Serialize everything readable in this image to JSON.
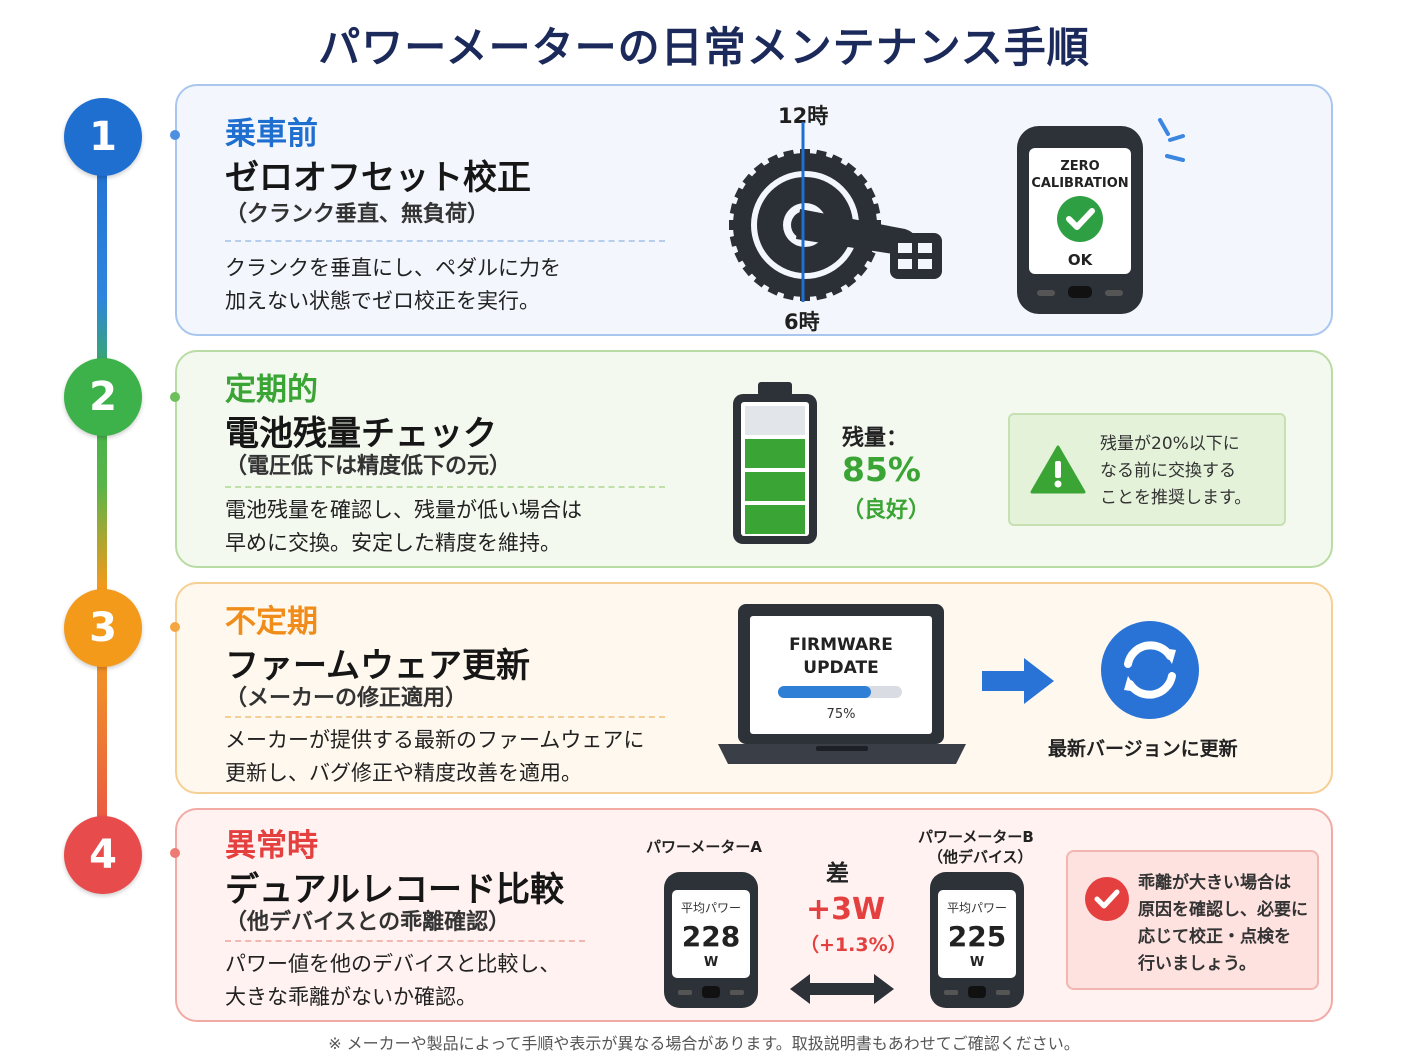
{
  "title": "パワーメーターの日常メンテナンス手順",
  "colors": {
    "blue": "#1f6fd1",
    "green": "#3aa535",
    "orange": "#f39a1b",
    "red": "#e54040"
  },
  "steps": [
    {
      "number": "1",
      "category": "乗車前",
      "headline": "ゼロオフセット校正",
      "sub": "（クランク垂直、無負荷）",
      "desc": [
        "クランクを垂直にし、ペダルに力を",
        "加えない状態でゼロ校正を実行。"
      ]
    },
    {
      "number": "2",
      "category": "定期的",
      "headline": "電池残量チェック",
      "sub": "（電圧低下は精度低下の元）",
      "desc": [
        "電池残量を確認し、残量が低い場合は",
        "早めに交換。安定した精度を維持。"
      ]
    },
    {
      "number": "3",
      "category": "不定期",
      "headline": "ファームウェア更新",
      "sub": "（メーカーの修正適用）",
      "desc": [
        "メーカーが提供する最新のファームウェアに",
        "更新し、バグ修正や精度改善を適用。"
      ]
    },
    {
      "number": "4",
      "category": "異常時",
      "headline": "デュアルレコード比較",
      "sub": "（他デバイスとの乖離確認）",
      "desc": [
        "パワー値を他のデバイスと比較し、",
        "大きな乖離がないか確認。"
      ]
    }
  ],
  "step1_visual": {
    "label_top": "12時",
    "label_bottom": "6時",
    "device_line1": "ZERO",
    "device_line2": "CALIBRATION",
    "device_status": "OK",
    "icons": [
      "chainring-icon",
      "crank-arm-icon",
      "pedal-icon",
      "check-circle-icon"
    ]
  },
  "step2_visual": {
    "battery_level": 0.85,
    "label": "残量：",
    "value": "85%",
    "status": "（良好）",
    "warning": [
      "残量が20%以下に",
      "なる前に交換する",
      "ことを推奨します。"
    ]
  },
  "step3_visual": {
    "screen_line1": "FIRMWARE",
    "screen_line2": "UPDATE",
    "progress": 0.75,
    "progress_label": "75%",
    "update_label": "最新バージョンに更新"
  },
  "step4_visual": {
    "meter_a": {
      "name": "パワーメーターA",
      "label": "平均パワー",
      "value": "228",
      "unit": "W"
    },
    "meter_b": {
      "name": "パワーメーターB",
      "name_sub": "（他デバイス）",
      "label": "平均パワー",
      "value": "225",
      "unit": "W"
    },
    "diff_label": "差",
    "diff_value": "+3W",
    "diff_pct": "（+1.3%）",
    "note": [
      "乖離が大きい場合は",
      "原因を確認し、必要に",
      "応じて校正・点検を",
      "行いましょう。"
    ]
  },
  "footnote": "※ メーカーや製品によって手順や表示が異なる場合があります。取扱説明書もあわせてご確認ください。"
}
